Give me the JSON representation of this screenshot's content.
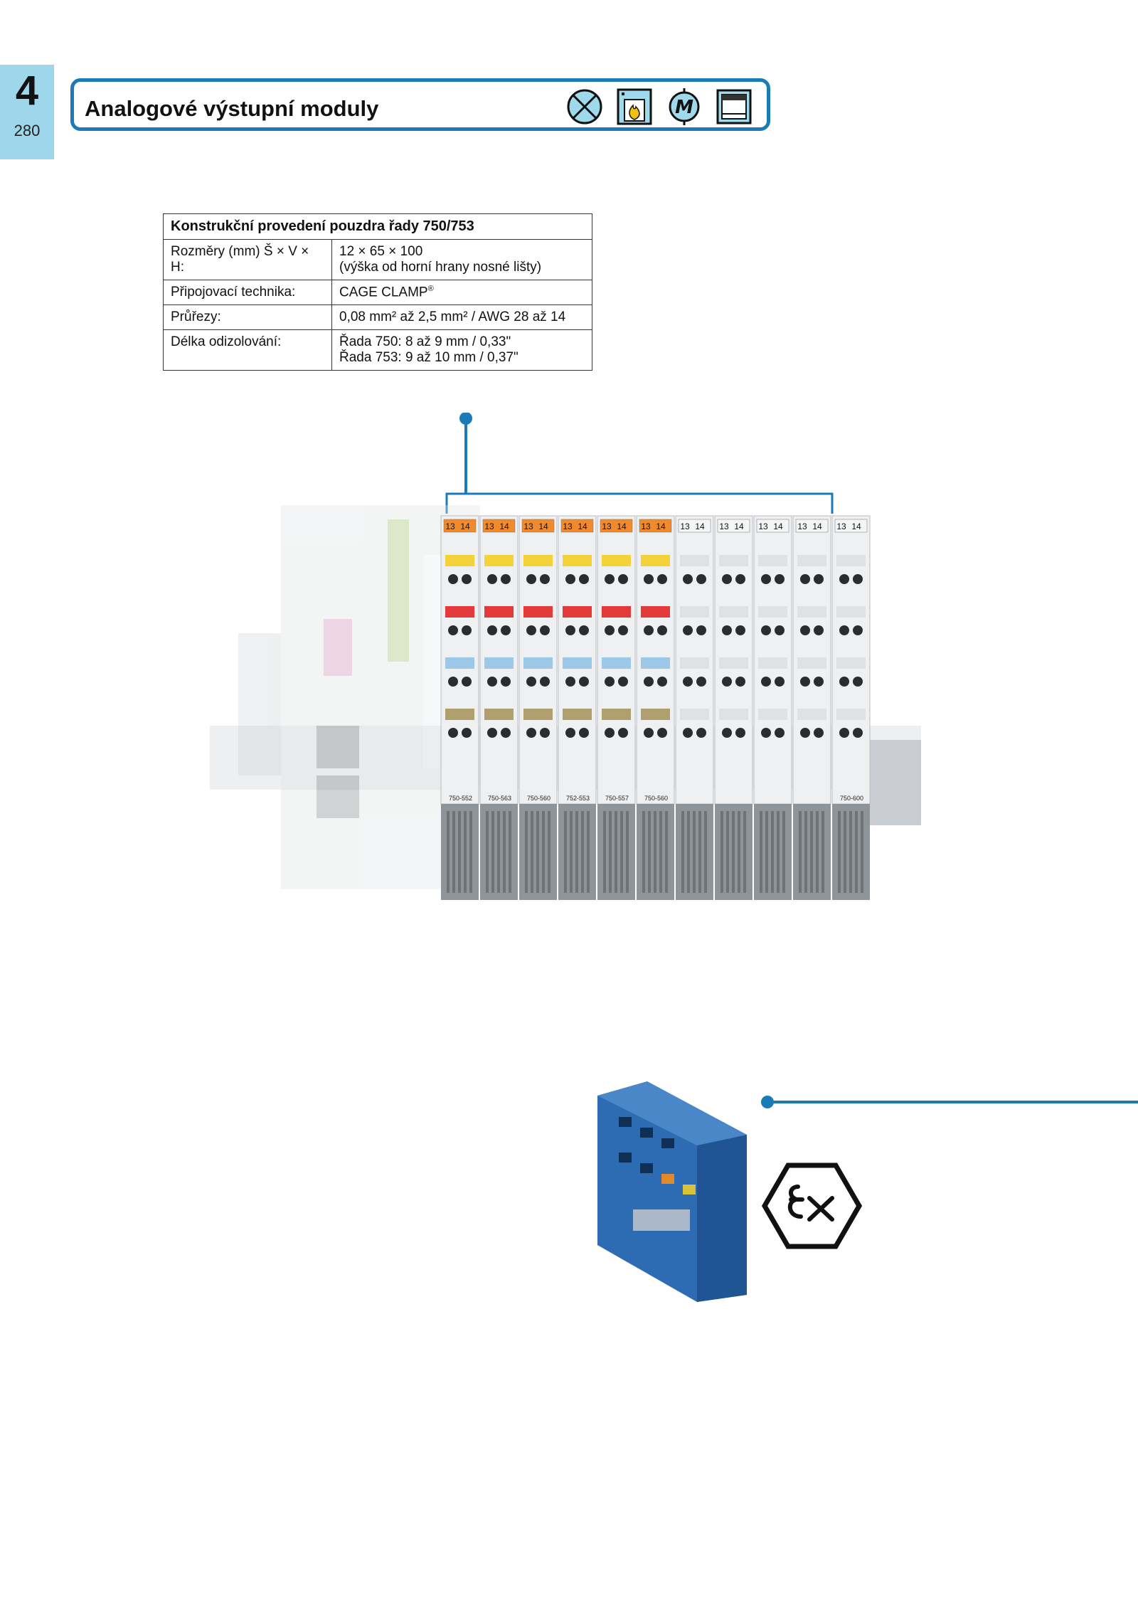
{
  "chapter": {
    "number": "4",
    "page": "280",
    "tab_color": "#9ed6ea"
  },
  "header": {
    "title": "Analogové výstupní moduly",
    "accent_color": "#1a7bb8",
    "icons": [
      "lamp-icon",
      "fire-icon",
      "motor-icon",
      "window-icon"
    ]
  },
  "spec_table": {
    "heading": "Konstrukční provedení pouzdra řady 750/753",
    "rows": [
      {
        "label": "Rozměry (mm) Š × V × H:",
        "value": [
          "12 × 65 × 100",
          "(výška od horní hrany nosné lišty)"
        ]
      },
      {
        "label": "Připojovací technika:",
        "value": [
          "CAGE CLAMP"
        ],
        "mark": "®"
      },
      {
        "label": "Průřezy:",
        "value": [
          "0,08 mm² až 2,5 mm² / AWG 28 až 14"
        ]
      },
      {
        "label": "Délka odizolování:",
        "value": [
          "Řada 750: 8 až 9 mm / 0,33\"",
          "Řada 753: 9 až 10 mm / 0,37\""
        ]
      }
    ]
  },
  "photo": {
    "module_codes": [
      "750-552",
      "750-563",
      "750-560",
      "752-553",
      "750-557",
      "750-560",
      "",
      "",
      "",
      "",
      "750-600"
    ],
    "terminal_labels": [
      "13",
      "14"
    ]
  }
}
